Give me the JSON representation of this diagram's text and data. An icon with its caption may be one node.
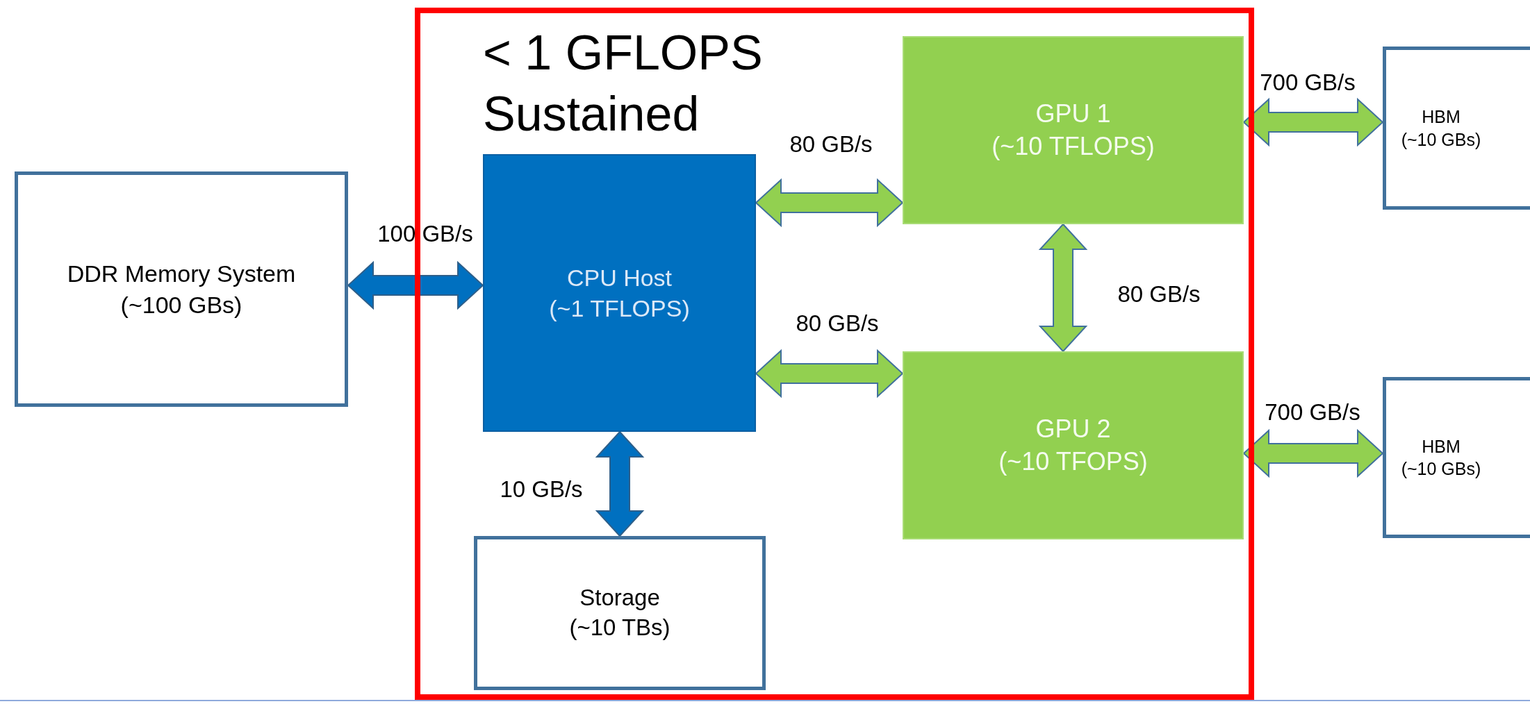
{
  "diagram": {
    "nodes": [
      {
        "text": [
          "DDR Memory System",
          "(~100 GBs)"
        ]
      },
      {
        "text": [
          "< 1 GFLOPS Sustained"
        ]
      },
      {
        "text": [
          "CPU Host",
          "(~1 TFLOPS)"
        ],
        "in": 1
      },
      {
        "text": [
          "GPU 1",
          "(~10 TFLOPS)"
        ],
        "in": 1
      },
      {
        "text": [
          "GPU 2",
          "(~10 TFOPS)"
        ],
        "in": 1
      },
      {
        "text": [
          "Storage",
          "(~10 TBs)"
        ],
        "in": 1
      },
      {
        "text": [
          "HBM",
          "(~10 GBs)"
        ]
      },
      {
        "text": [
          "HBM",
          "(~10 GBs)"
        ]
      }
    ],
    "edges": [
      {
        "from": 0,
        "to": 2,
        "arrow": "both",
        "label": "100 GB/s",
        "color": "#0070c0"
      },
      {
        "from": 2,
        "to": 3,
        "arrow": "both",
        "label": "80 GB/s"
      },
      {
        "from": 2,
        "to": 4,
        "arrow": "both",
        "label": "80 GB/s"
      },
      {
        "from": 3,
        "to": 4,
        "arrow": "both",
        "label": "80 GB/s"
      },
      {
        "from": 2,
        "to": 5,
        "arrow": "both",
        "label": "10 GB/s",
        "color": "#0070c0"
      },
      {
        "from": 3,
        "to": 6,
        "arrow": "both",
        "label": "700 GB/s"
      },
      {
        "from": 4,
        "to": 7,
        "arrow": "both",
        "label": "700 GB/s"
      }
    ]
  }
}
